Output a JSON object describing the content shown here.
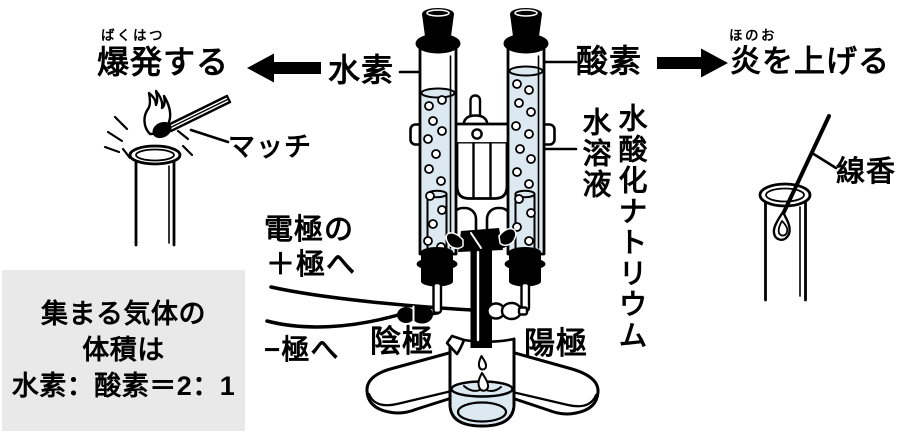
{
  "colors": {
    "ink": "#000000",
    "liquid": "#dde9f0",
    "note_bg": "#e9e9e9"
  },
  "diagram": {
    "left": {
      "furigana": "ばくはつ",
      "result": "爆発する",
      "gas": "水素",
      "tool": "マッチ"
    },
    "right": {
      "furigana": "ほのお",
      "result": "炎を上げる",
      "gas": "酸素",
      "tool": "線香"
    },
    "solution": {
      "line_main": "水酸化ナトリウム",
      "line_sub": "水溶液"
    },
    "wiring": {
      "electrode_l1": "電極の",
      "electrode_l2": "＋極へ",
      "minus": "−極へ"
    },
    "electrodes": {
      "cathode": "陰極",
      "anode": "陽極"
    },
    "note": {
      "line1": "集まる気体の",
      "line2": "体積は",
      "line3": "水素：酸素＝2：1"
    }
  }
}
